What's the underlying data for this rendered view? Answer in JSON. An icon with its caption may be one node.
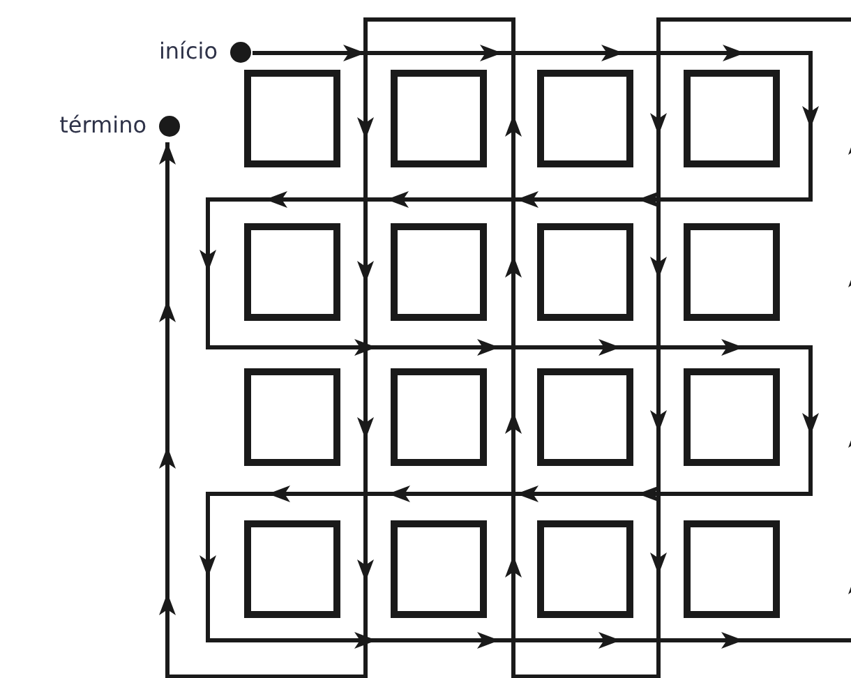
{
  "diagram": {
    "nodes": [
      {
        "text": [
          "início"
        ]
      },
      {
        "text": [
          "término"
        ]
      }
    ],
    "edges": [
      {
        "from": 0,
        "to": 1,
        "arrow": "to"
      }
    ]
  }
}
